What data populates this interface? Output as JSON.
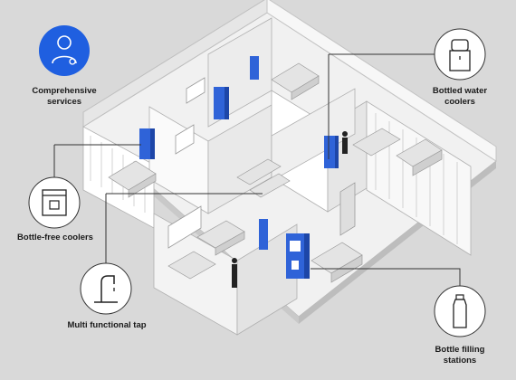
{
  "labels": {
    "comprehensive": [
      "Comprehensive",
      "services"
    ],
    "bottled": [
      "Bottled water",
      "coolers"
    ],
    "bottle_free": "Bottle-free coolers",
    "multi_tap": "Multi functional tap",
    "filling": [
      "Bottle filling",
      "stations"
    ]
  },
  "icons": {
    "comprehensive": "person-service-icon",
    "bottled": "water-bottle-cooler-icon",
    "bottle_free": "bottle-free-cooler-icon",
    "multi_tap": "tap-icon",
    "filling": "bottle-icon"
  },
  "colors": {
    "background": "#d9d9d9",
    "accent": "#1f5fe0",
    "cooler_blue": "#2f63d8",
    "floor": "#f1f1f1",
    "wall": "#ffffff",
    "wall_shade": "#d6d6d6",
    "line": "#333333"
  }
}
